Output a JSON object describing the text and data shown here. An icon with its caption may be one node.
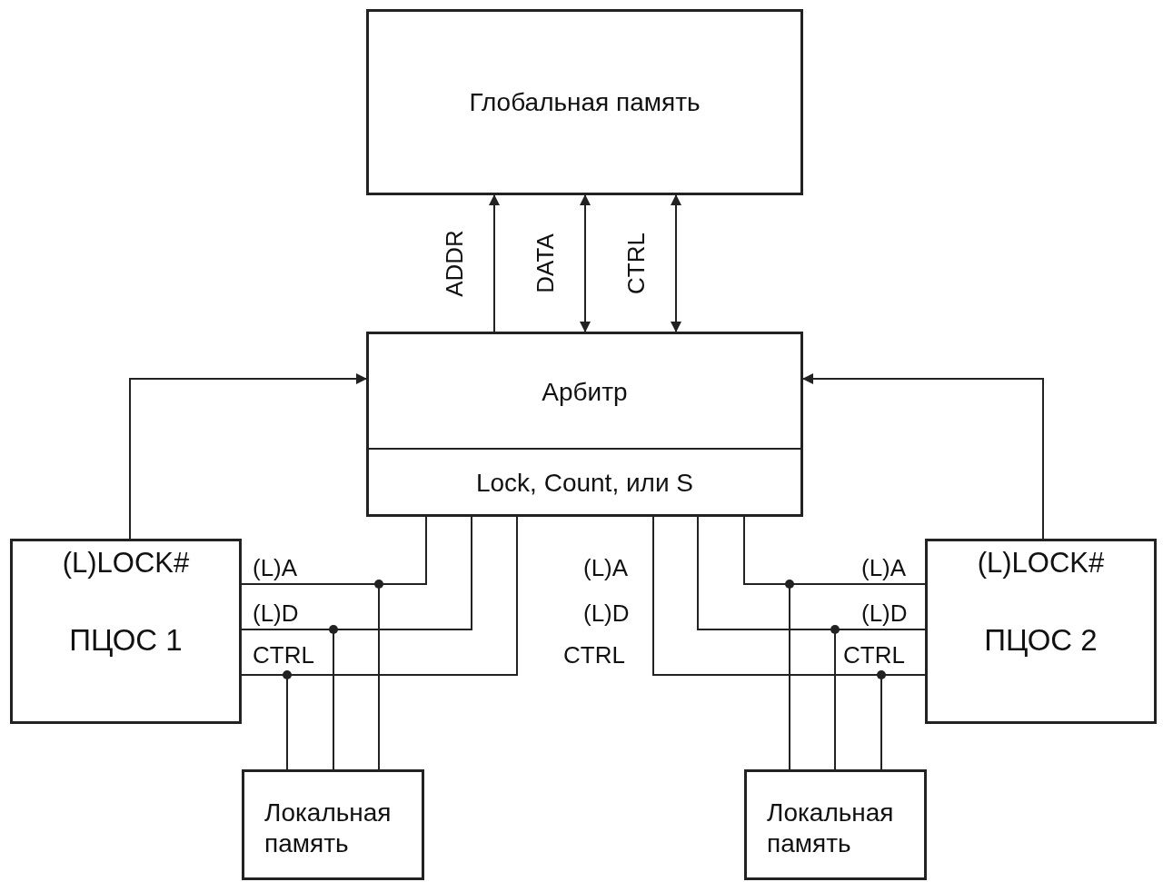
{
  "diagram": {
    "nodes": [
      {
        "text": [
          "Глобальная память"
        ]
      },
      {
        "text": [
          "Арбитр",
          "Lock, Count, или S"
        ]
      },
      {
        "text": [
          "(L)LOCK#",
          "ПЦОС 1"
        ]
      },
      {
        "text": [
          "(L)LOCK#",
          "ПЦОС 2"
        ]
      },
      {
        "text": [
          "Локальная память"
        ]
      },
      {
        "text": [
          "Локальная память"
        ]
      }
    ],
    "edges": [
      {
        "from": 1,
        "to": 0,
        "arrow": "to",
        "label": "ADDR"
      },
      {
        "from": 1,
        "to": 0,
        "arrow": "both",
        "label": "DATA"
      },
      {
        "from": 1,
        "to": 0,
        "arrow": "both",
        "label": "CTRL"
      },
      {
        "from": 2,
        "to": 1,
        "arrow": "to"
      },
      {
        "from": 3,
        "to": 1,
        "arrow": "to"
      },
      {
        "from": 2,
        "to": 1,
        "arrow": "none",
        "label": "(L)A"
      },
      {
        "from": 2,
        "to": 4,
        "arrow": "none"
      },
      {
        "from": 4,
        "to": 1,
        "arrow": "none"
      },
      {
        "from": 2,
        "to": 1,
        "arrow": "none",
        "label": "(L)D"
      },
      {
        "from": 2,
        "to": 4,
        "arrow": "none"
      },
      {
        "from": 4,
        "to": 1,
        "arrow": "none"
      },
      {
        "from": 2,
        "to": 1,
        "arrow": "none",
        "label": "CTRL"
      },
      {
        "from": 2,
        "to": 4,
        "arrow": "none"
      },
      {
        "from": 4,
        "to": 1,
        "arrow": "none"
      },
      {
        "from": 3,
        "to": 1,
        "arrow": "none",
        "label": "(L)A"
      },
      {
        "from": 3,
        "to": 5,
        "arrow": "none"
      },
      {
        "from": 5,
        "to": 1,
        "arrow": "none"
      },
      {
        "from": 3,
        "to": 1,
        "arrow": "none",
        "label": "(L)D"
      },
      {
        "from": 3,
        "to": 5,
        "arrow": "none"
      },
      {
        "from": 5,
        "to": 1,
        "arrow": "none"
      },
      {
        "from": 3,
        "to": 1,
        "arrow": "none",
        "label": "CTRL"
      },
      {
        "from": 3,
        "to": 5,
        "arrow": "none"
      },
      {
        "from": 5,
        "to": 1,
        "arrow": "none"
      }
    ],
    "labels": [
      "(L)A",
      "(L)D",
      "CTRL"
    ]
  }
}
